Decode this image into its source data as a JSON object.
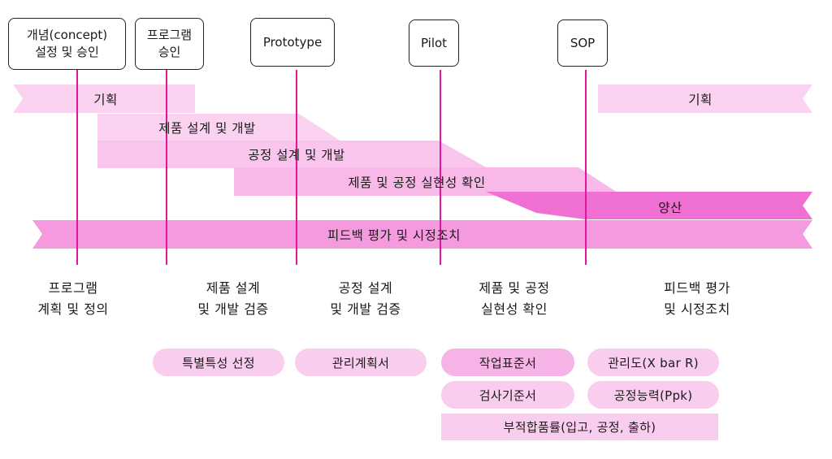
{
  "milestones": [
    {
      "id": "concept",
      "lines": [
        "개념(concept)",
        "설정 및 승인"
      ]
    },
    {
      "id": "program",
      "lines": [
        "프로그램",
        "승인"
      ]
    },
    {
      "id": "prototype",
      "lines": [
        "Prototype"
      ]
    },
    {
      "id": "pilot",
      "lines": [
        "Pilot"
      ]
    },
    {
      "id": "sop",
      "lines": [
        "SOP"
      ]
    }
  ],
  "bands": {
    "planning_left": "기획",
    "planning_right": "기획",
    "product_design": "제품 설계 및 개발",
    "process_design": "공정 설계 및 개발",
    "validation": "제품 및 공정 실현성 확인",
    "production": "양산",
    "feedback": "피드백 평가 및 시정조치"
  },
  "phases": [
    {
      "id": "planning",
      "lines": [
        "프로그램",
        "계획 및 정의"
      ]
    },
    {
      "id": "product",
      "lines": [
        "제품 설계",
        "및 개발 검증"
      ]
    },
    {
      "id": "process",
      "lines": [
        "공정 설계",
        "및 개발 검증"
      ]
    },
    {
      "id": "validation",
      "lines": [
        "제품 및 공정",
        "실현성 확인"
      ]
    },
    {
      "id": "feedback",
      "lines": [
        "피드백 평가",
        "및 시정조치"
      ]
    }
  ],
  "outputs": {
    "special_characteristics": "특별특성 선정",
    "control_plan": "관리계획서",
    "work_standard": "작업표준서",
    "inspection_standard": "검사기준서",
    "control_chart": "관리도(X bar R)",
    "process_capability": "공정능력(Ppk)",
    "nonconforming": "부적합품률(입고, 공정, 출하)"
  },
  "colors": {
    "band_light": "#fbd3f0",
    "band_mid": "#f8b9e8",
    "band_dark": "#f06fd2",
    "band_feedback": "#f59ade",
    "milestone_line": "#e3169a",
    "pill_light": "#f9cdee",
    "pill_dark": "#f5b3e6"
  }
}
